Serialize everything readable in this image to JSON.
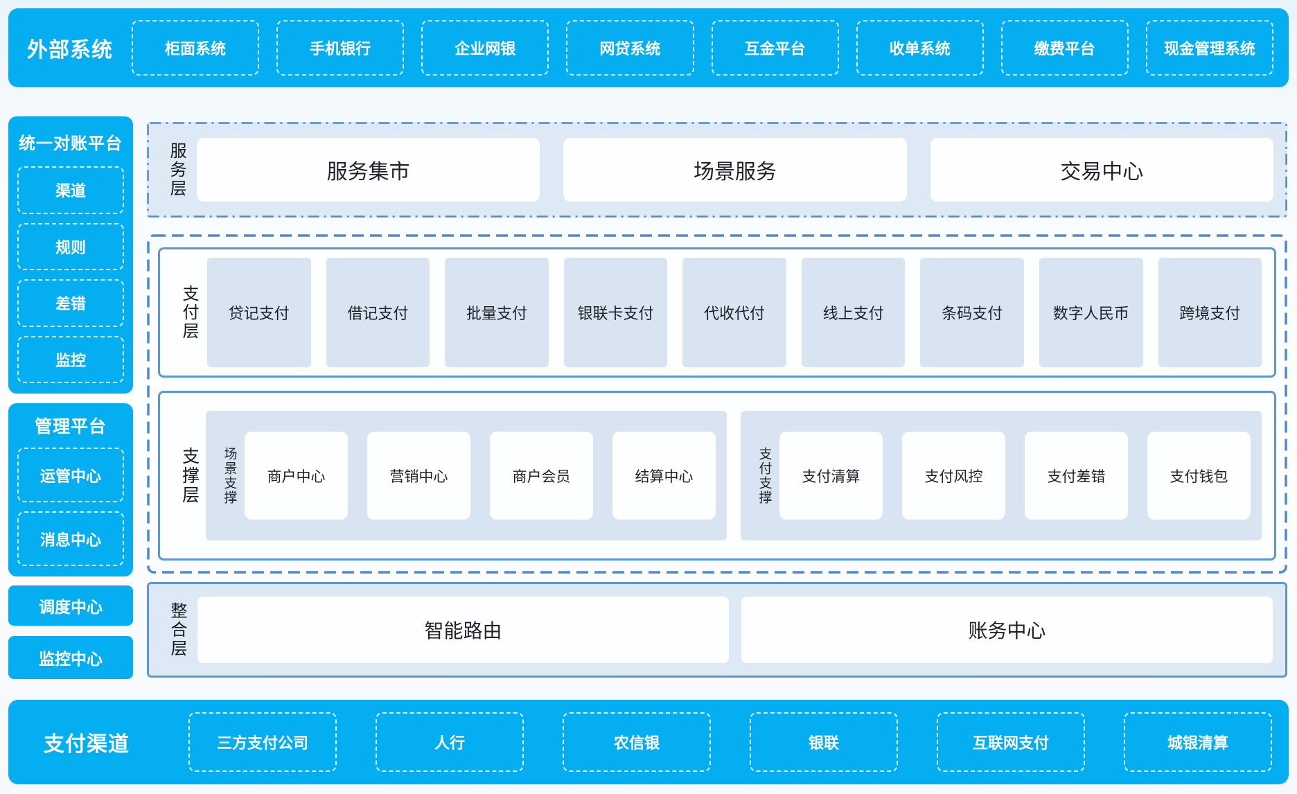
{
  "colors": {
    "brand_blue": "#04aef0",
    "panel_light_blue": "#dde9f5",
    "tile_light_blue": "#d8e4f2",
    "border_blue": "#4f8aca",
    "text_dark": "#1e2227",
    "text_white": "#ffffff"
  },
  "top_banner": {
    "title": "外部系统",
    "items": [
      "柜面系统",
      "手机银行",
      "企业网银",
      "网贷系统",
      "互金平台",
      "收单系统",
      "缴费平台",
      "现金管理系统"
    ]
  },
  "sidebar": {
    "reconciliation": {
      "title": "统一对账平台",
      "items": [
        "渠道",
        "规则",
        "差错",
        "监控"
      ]
    },
    "management": {
      "title": "管理平台",
      "items": [
        "运管中心",
        "消息中心"
      ]
    },
    "standalone": [
      "调度中心",
      "监控中心"
    ]
  },
  "service_layer": {
    "label": "服务层",
    "boxes": [
      "服务集市",
      "场景服务",
      "交易中心"
    ]
  },
  "payment_layer": {
    "label": "支付层",
    "tiles": [
      "贷记支付",
      "借记支付",
      "批量支付",
      "银联卡支付",
      "代收代付",
      "线上支付",
      "条码支付",
      "数字人民币",
      "跨境支付"
    ]
  },
  "support_layer": {
    "label": "支撑层",
    "groups": [
      {
        "label": "场景支撑",
        "tiles": [
          "商户中心",
          "营销中心",
          "商户会员",
          "结算中心"
        ]
      },
      {
        "label": "支付支撑",
        "tiles": [
          "支付清算",
          "支付风控",
          "支付差错",
          "支付钱包"
        ]
      }
    ]
  },
  "integration_layer": {
    "label": "整合层",
    "boxes": [
      "智能路由",
      "账务中心"
    ]
  },
  "bottom_banner": {
    "title": "支付渠道",
    "items": [
      "三方支付公司",
      "人行",
      "农信银",
      "银联",
      "互联网支付",
      "城银清算"
    ]
  }
}
